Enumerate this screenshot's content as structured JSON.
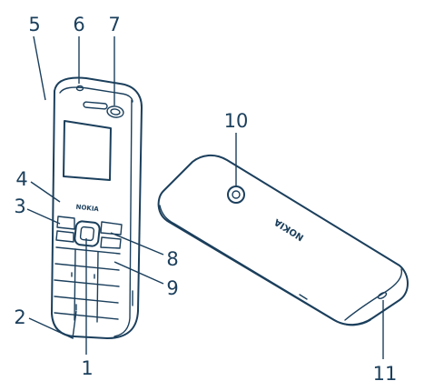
{
  "diagram": {
    "callouts": [
      {
        "id": "c1",
        "label": "1"
      },
      {
        "id": "c2",
        "label": "2"
      },
      {
        "id": "c3",
        "label": "3"
      },
      {
        "id": "c4",
        "label": "4"
      },
      {
        "id": "c5",
        "label": "5"
      },
      {
        "id": "c6",
        "label": "6"
      },
      {
        "id": "c7",
        "label": "7"
      },
      {
        "id": "c8",
        "label": "8"
      },
      {
        "id": "c9",
        "label": "9"
      },
      {
        "id": "c10",
        "label": "10"
      },
      {
        "id": "c11",
        "label": "11"
      }
    ],
    "front_logo": "NOKIA",
    "back_logo": "NOKIA"
  }
}
